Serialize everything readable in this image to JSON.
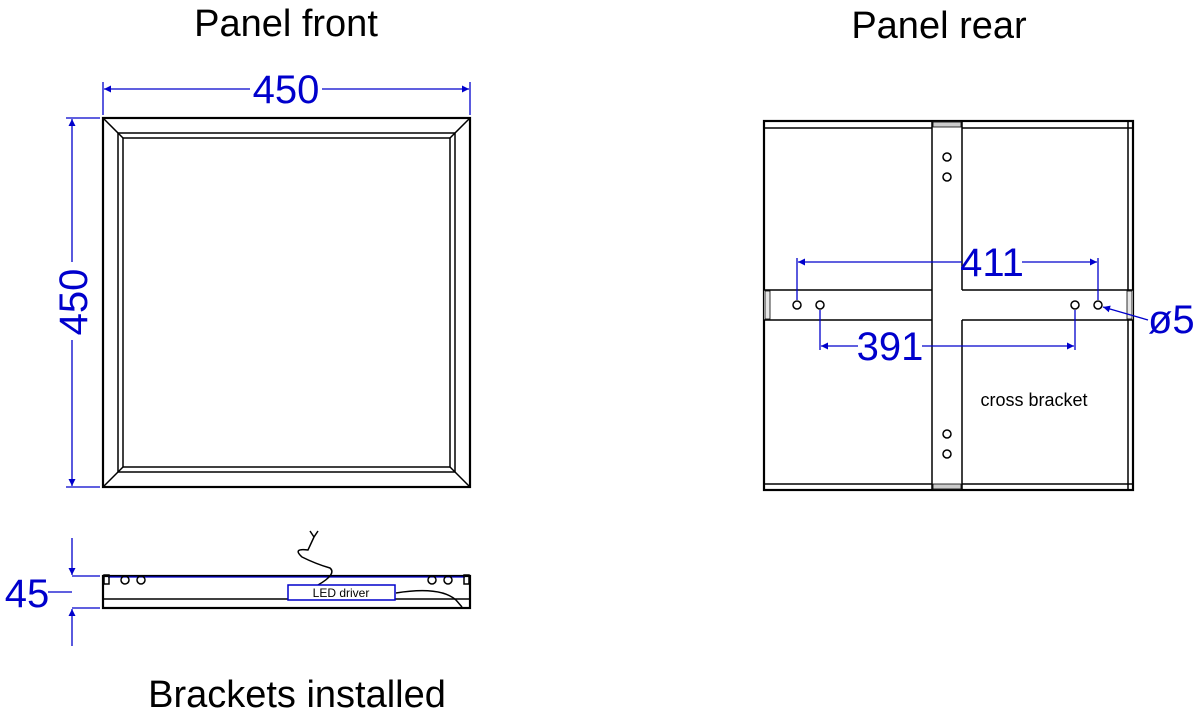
{
  "titles": {
    "front": "Panel front",
    "rear": "Panel rear",
    "side": "Brackets installed"
  },
  "dimensions": {
    "width": "450",
    "height": "450",
    "depth": "45",
    "outer_hole_spacing": "411",
    "inner_hole_spacing": "391",
    "hole_diameter": "ø5"
  },
  "labels": {
    "cross_bracket": "cross bracket",
    "led_driver": "LED driver"
  },
  "colors": {
    "dimension": "#0000cc",
    "line": "#000000"
  }
}
